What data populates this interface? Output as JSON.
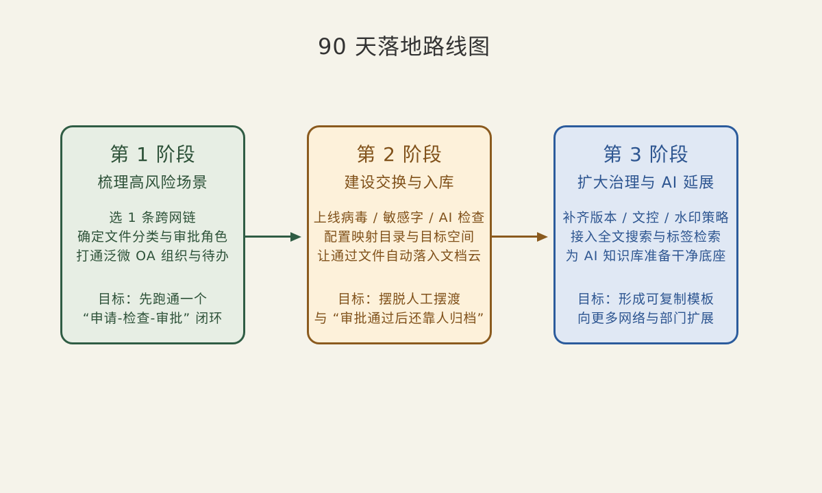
{
  "palette": {
    "page_bg": "#f5f3ea",
    "title_color": "#333333"
  },
  "title": "90 天落地路线图",
  "stages": [
    {
      "heading": "第 1 阶段",
      "subtitle": "梳理高风险场景",
      "tasks": [
        "选 1 条跨网链",
        "确定文件分类与审批角色",
        "打通泛微 OA 组织与待办"
      ],
      "goals": [
        "目标：先跑通一个",
        "“申请-检查-审批” 闭环"
      ],
      "fill": "#e7eee4",
      "border": "#2f5c44",
      "text": "#2d5138"
    },
    {
      "heading": "第 2 阶段",
      "subtitle": "建设交换与入库",
      "tasks": [
        "上线病毒 / 敏感字 / AI 检查",
        "配置映射目录与目标空间",
        "让通过文件自动落入文档云"
      ],
      "goals": [
        "目标：摆脱人工摆渡",
        "与 “审批通过后还靠人归档”"
      ],
      "fill": "#fdf1da",
      "border": "#8a5a1e",
      "text": "#80511a"
    },
    {
      "heading": "第 3 阶段",
      "subtitle": "扩大治理与 AI 延展",
      "tasks": [
        "补齐版本 / 文控 / 水印策略",
        "接入全文搜索与标签检索",
        "为 AI 知识库准备干净底座"
      ],
      "goals": [
        "目标：形成可复制模板",
        "向更多网络与部门扩展"
      ],
      "fill": "#e0e8f4",
      "border": "#2b5b9c",
      "text": "#2d5590"
    }
  ],
  "arrows": [
    {
      "color": "#2f5c44"
    },
    {
      "color": "#8a5a1e"
    }
  ]
}
